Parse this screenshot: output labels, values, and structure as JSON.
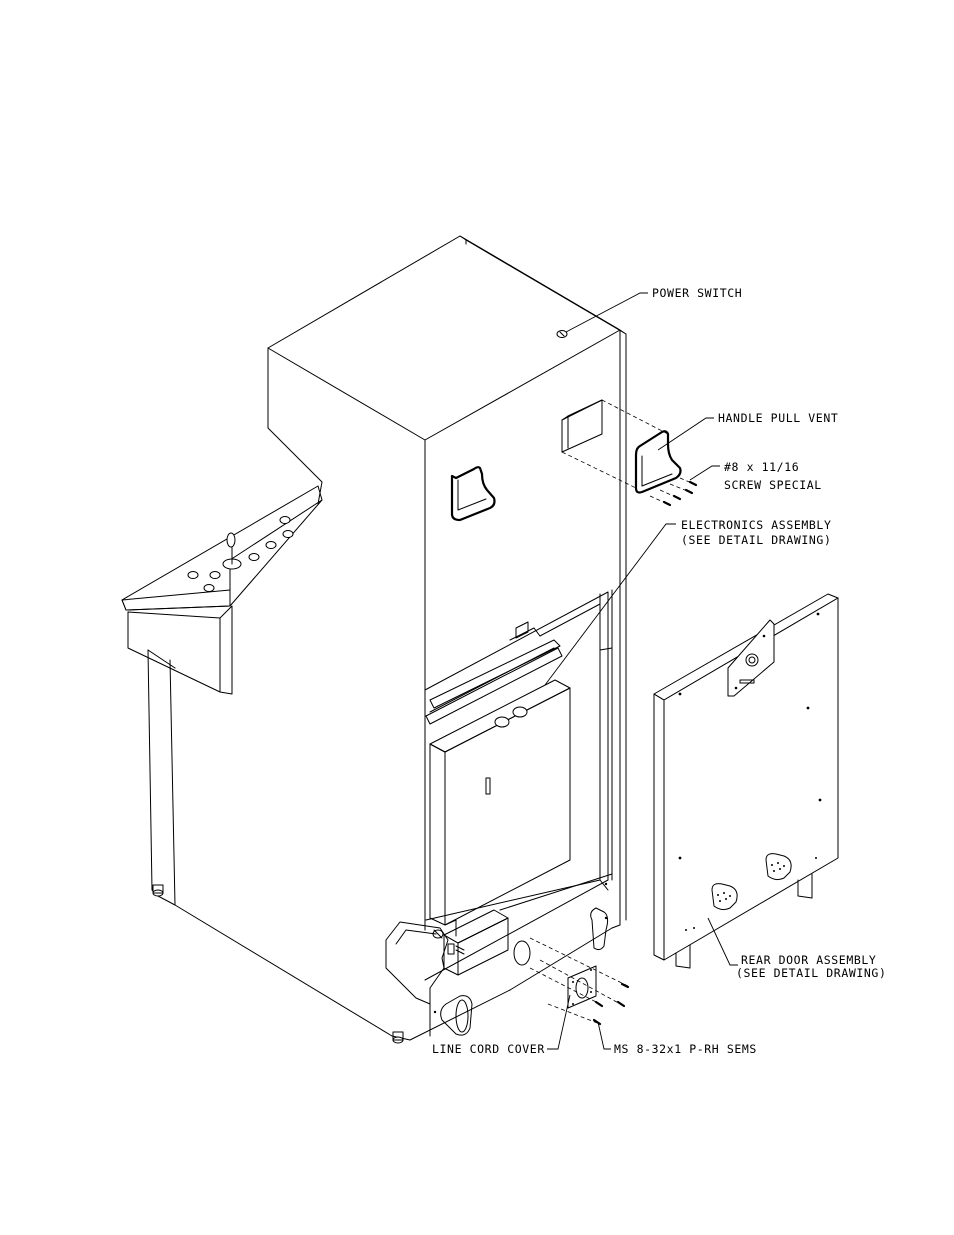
{
  "callouts": {
    "power_switch": "POWER SWITCH",
    "handle_pull_vent": "HANDLE PULL VENT",
    "screw_line1": "#8 x 11/16",
    "screw_line2": "SCREW SPECIAL",
    "electronics_line1": "ELECTRONICS ASSEMBLY",
    "electronics_line2": "(SEE DETAIL DRAWING)",
    "rear_door_line1": "REAR DOOR ASSEMBLY",
    "rear_door_line2": "(SEE DETAIL DRAWING)",
    "line_cord_cover": "LINE CORD COVER",
    "sems_screw": "MS 8-32x1 P-RH SEMS"
  },
  "colors": {
    "line": "#000000",
    "background": "#ffffff"
  }
}
